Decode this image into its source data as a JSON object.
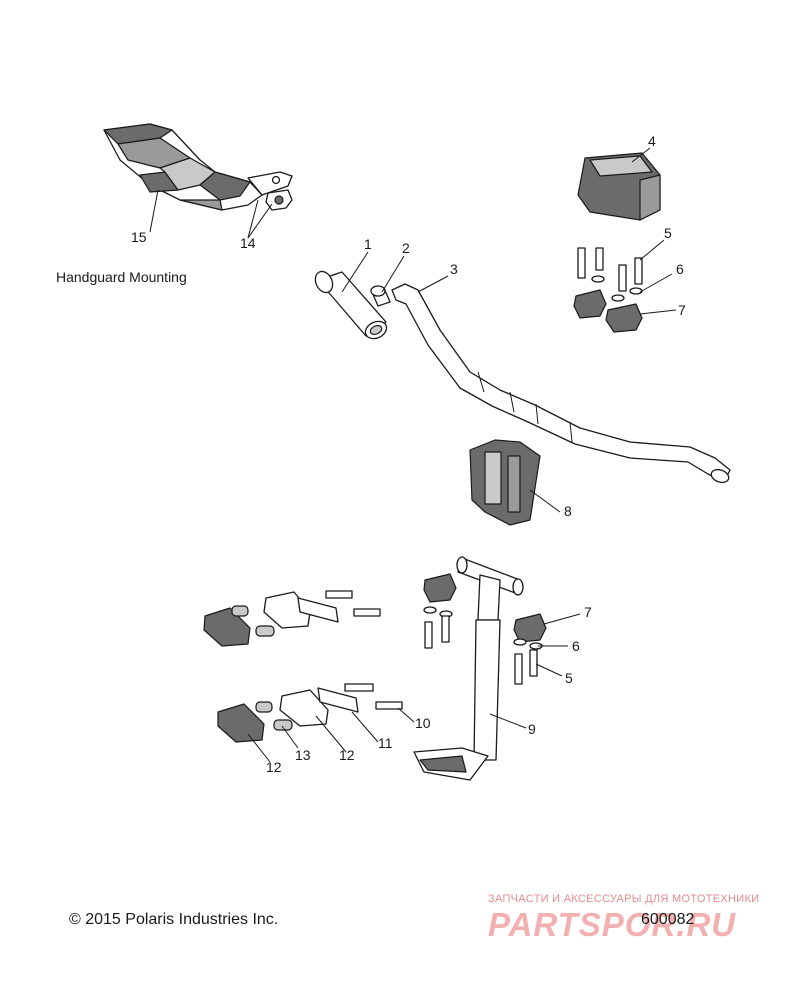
{
  "diagram": {
    "caption": "Handguard Mounting",
    "copyright": "© 2015 Polaris Industries Inc.",
    "document_number": "600082",
    "watermark": {
      "tagline": "ЗАПЧАСТИ И АКСЕССУАРЫ ДЛЯ МОТОТЕХНИКИ",
      "brand": "PARTSPOR.RU"
    },
    "callouts": {
      "c1": "1",
      "c2": "2",
      "c3": "3",
      "c4": "4",
      "c5a": "5",
      "c6a": "6",
      "c7a": "7",
      "c8": "8",
      "c9": "9",
      "c7b": "7",
      "c6b": "6",
      "c5b": "5",
      "c10": "10",
      "c11": "11",
      "c12a": "12",
      "c12b": "12",
      "c13": "13",
      "c14": "14",
      "c15": "15"
    }
  }
}
